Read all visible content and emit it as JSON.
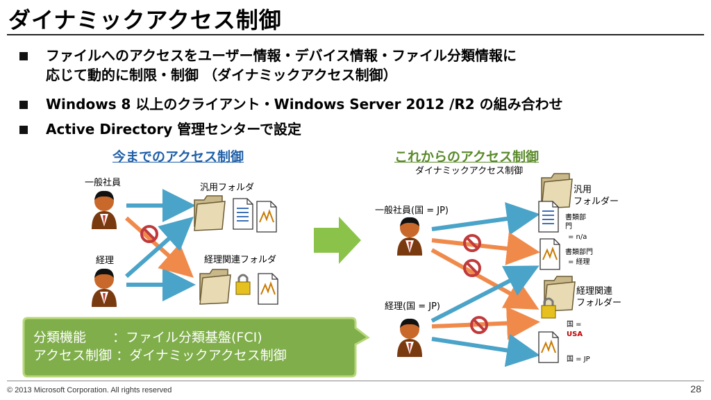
{
  "title": "ダイナミックアクセス制御",
  "bullets": [
    "ファイルへのアクセスをユーザー情報・デバイス情報・ファイル分類情報に",
    "応じて動的に制限・制御 （ダイナミックアクセス制御）",
    "Windows 8 以上のクライアント・Windows Server 2012 /R2 の組み合わせ",
    "Active Directory 管理センターで設定"
  ],
  "left": {
    "heading": "今までのアクセス制御",
    "user1": "一般社員",
    "user2": "経理",
    "folder1": "汎用フォルダ",
    "folder2": "経理関連フォルダ"
  },
  "right": {
    "heading": "これからのアクセス制御",
    "subheading": "ダイナミックアクセス制御",
    "user1": "一般社員(国 = JP)",
    "user2": "経理(国 = JP)",
    "folder1_line1": "汎用",
    "folder1_line2": "フォルダー",
    "doc1_line1": "書類部",
    "doc1_line2": "門",
    "doc1_line3": "= n/a",
    "doc2_line1": "書類部門",
    "doc2_line2": "= 経理",
    "folder2_line1": "経理関連",
    "folder2_line2": "フォルダー",
    "doc3_line1": "国 =",
    "doc3_line2": "USA",
    "doc4_line1": "国 = JP"
  },
  "callout": {
    "line1": "分類機能　　：ファイル分類基盤(FCI)",
    "line2": "アクセス制御 ：ダイナミックアクセス制御"
  },
  "footer": {
    "copyright": "© 2013 Microsoft Corporation. All rights reserved",
    "page": "28"
  },
  "colors": {
    "left_heading": "#1f5fa8",
    "right_heading": "#5a8a2a",
    "blue_arrow": "#4aa3c8",
    "orange_arrow": "#f08a4b",
    "green_arrow": "#8bc34a",
    "callout_fill": "#7fae4a",
    "usa_red": "#c00000"
  },
  "icons": [
    "person-icon",
    "folder-icon",
    "document-icon",
    "lock-icon",
    "prohibited-icon",
    "arrow-icon"
  ]
}
